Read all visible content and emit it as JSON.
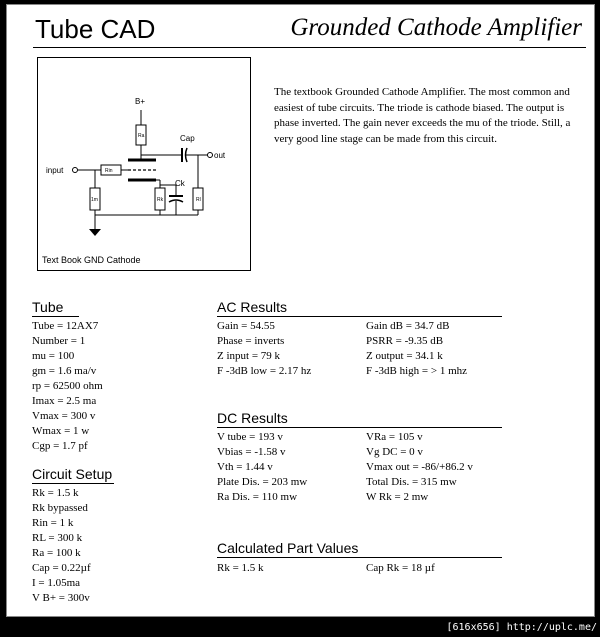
{
  "header": {
    "app_title": "Tube CAD",
    "doc_title": "Grounded Cathode Amplifier"
  },
  "diagram": {
    "caption": "Text Book GND Cathode",
    "labels": {
      "bplus": "B+",
      "ra": "Ra",
      "cap": "Cap",
      "out": "out",
      "input": "input",
      "rin": "Rin",
      "ck": "Ck",
      "rk": "Rk",
      "rl": "Rl",
      "r1m": "1m"
    }
  },
  "description": "The textbook Grounded Cathode Amplifier. The most common and easiest of tube circuits. The triode is cathode biased. The output is phase inverted. The gain never exceeds the mu of the triode. Still, a very good line stage can be made from this circuit.",
  "tube": {
    "title": "Tube",
    "items": [
      "Tube = 12AX7",
      "Number = 1",
      "mu = 100",
      "gm = 1.6 ma/v",
      "rp = 62500 ohm",
      "Imax = 2.5 ma",
      "Vmax = 300 v",
      "Wmax = 1 w",
      "Cgp = 1.7 pf"
    ]
  },
  "circuit_setup": {
    "title": "Circuit Setup",
    "items": [
      "Rk = 1.5 k",
      "Rk bypassed",
      "Rin = 1 k",
      "RL = 300 k",
      "Ra = 100 k",
      "Cap = 0.22µf",
      "I = 1.05ma",
      "V B+ = 300v"
    ]
  },
  "ac_results": {
    "title": "AC Results",
    "left": [
      "Gain = 54.55",
      "Phase = inverts",
      "Z input = 79 k",
      "F -3dB low = 2.17 hz"
    ],
    "right": [
      "Gain dB = 34.7 dB",
      "PSRR = -9.35 dB",
      "Z output = 34.1 k",
      "F -3dB high = > 1 mhz"
    ]
  },
  "dc_results": {
    "title": "DC Results",
    "left": [
      "V tube = 193 v",
      "Vbias = -1.58 v",
      "Vth = 1.44 v",
      "Plate Dis. = 203 mw",
      "Ra Dis. = 110 mw"
    ],
    "right": [
      "VRa = 105 v",
      "Vg DC = 0 v",
      "Vmax out = -86/+86.2 v",
      "Total Dis. = 315 mw",
      "W Rk = 2 mw"
    ]
  },
  "calculated_parts": {
    "title": "Calculated Part Values",
    "left": [
      "Rk = 1.5 k"
    ],
    "right": [
      "Cap Rk = 18 µf"
    ]
  },
  "status_badge": "[616x656] http://uplc.me/"
}
